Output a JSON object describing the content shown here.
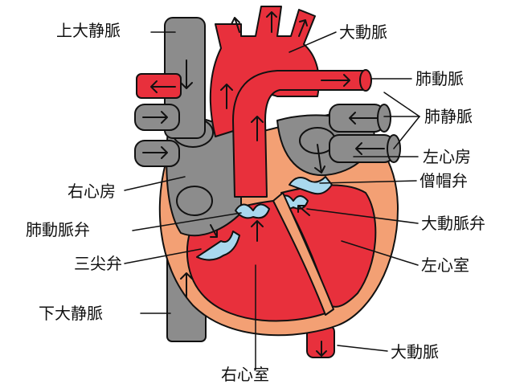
{
  "labels": {
    "superior_vena_cava": "上大静脈",
    "aorta_top": "大動脈",
    "pulmonary_artery": "肺動脈",
    "pulmonary_veins": "肺静脈",
    "left_atrium": "左心房",
    "mitral_valve": "僧帽弁",
    "right_atrium": "右心房",
    "pulmonary_valve": "肺動脈弁",
    "aortic_valve": "大動脈弁",
    "tricuspid_valve": "三尖弁",
    "left_ventricle": "左心室",
    "inferior_vena_cava": "下大静脈",
    "aorta_bottom": "大動脈",
    "right_ventricle": "右心室"
  },
  "colors": {
    "venous": "#8c8c8c",
    "arterial": "#e8303c",
    "myocardium": "#f3a074",
    "valve": "#a9d8ee",
    "outline": "#111111"
  },
  "icons": [
    "arrow-icon"
  ]
}
